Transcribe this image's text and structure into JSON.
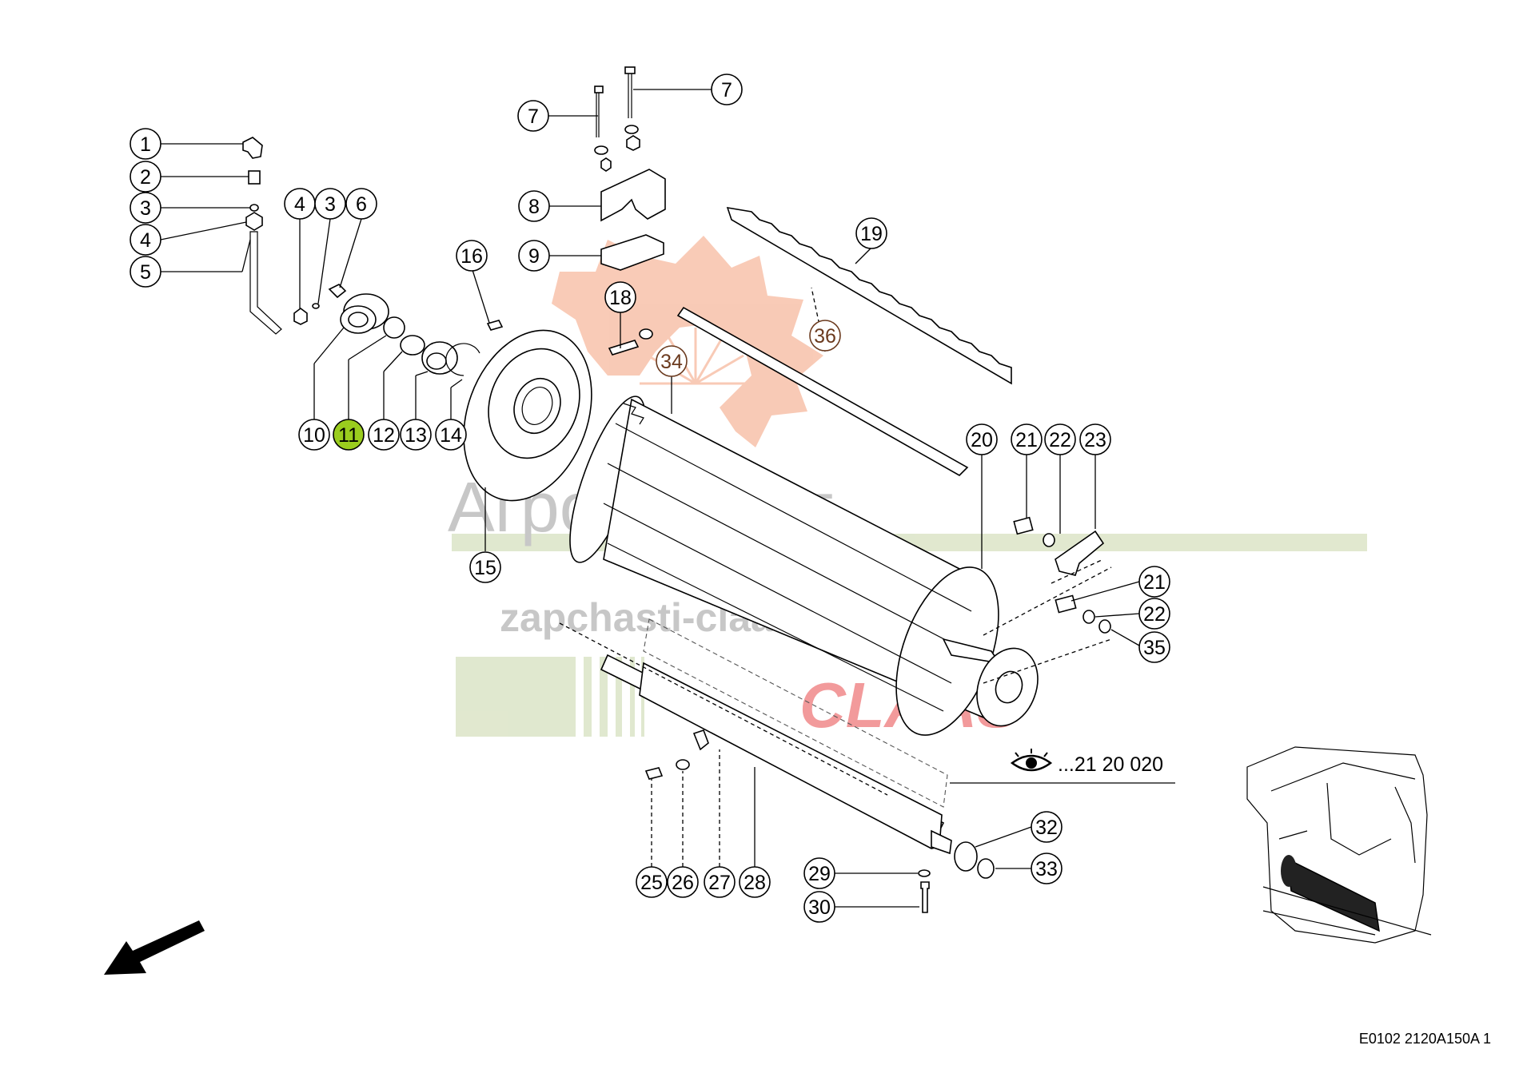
{
  "callouts": [
    {
      "n": "1"
    },
    {
      "n": "2"
    },
    {
      "n": "3"
    },
    {
      "n": "4"
    },
    {
      "n": "5"
    },
    {
      "n": "4"
    },
    {
      "n": "3"
    },
    {
      "n": "6"
    },
    {
      "n": "7"
    },
    {
      "n": "7"
    },
    {
      "n": "8"
    },
    {
      "n": "9"
    },
    {
      "n": "16"
    },
    {
      "n": "18"
    },
    {
      "n": "19"
    },
    {
      "n": "36"
    },
    {
      "n": "34"
    },
    {
      "n": "10"
    },
    {
      "n": "11"
    },
    {
      "n": "12"
    },
    {
      "n": "13"
    },
    {
      "n": "14"
    },
    {
      "n": "15"
    },
    {
      "n": "20"
    },
    {
      "n": "21"
    },
    {
      "n": "22"
    },
    {
      "n": "23"
    },
    {
      "n": "21"
    },
    {
      "n": "22"
    },
    {
      "n": "35"
    },
    {
      "n": "32"
    },
    {
      "n": "33"
    },
    {
      "n": "29"
    },
    {
      "n": "30"
    },
    {
      "n": "25"
    },
    {
      "n": "26"
    },
    {
      "n": "27"
    },
    {
      "n": "28"
    }
  ],
  "highlighted_callout": "11",
  "reference": "...21 20 020",
  "footer_code": "E0102 2120A150A 1",
  "watermark": {
    "brand": "Агроимпорт",
    "url": "zapchasti-claas.ru",
    "logo": "CLAAS"
  },
  "colors": {
    "highlight": "#9acd1e",
    "watermark_gear": "#f4a07c",
    "watermark_green": "#c8d6a8",
    "watermark_red": "#e8494a"
  }
}
